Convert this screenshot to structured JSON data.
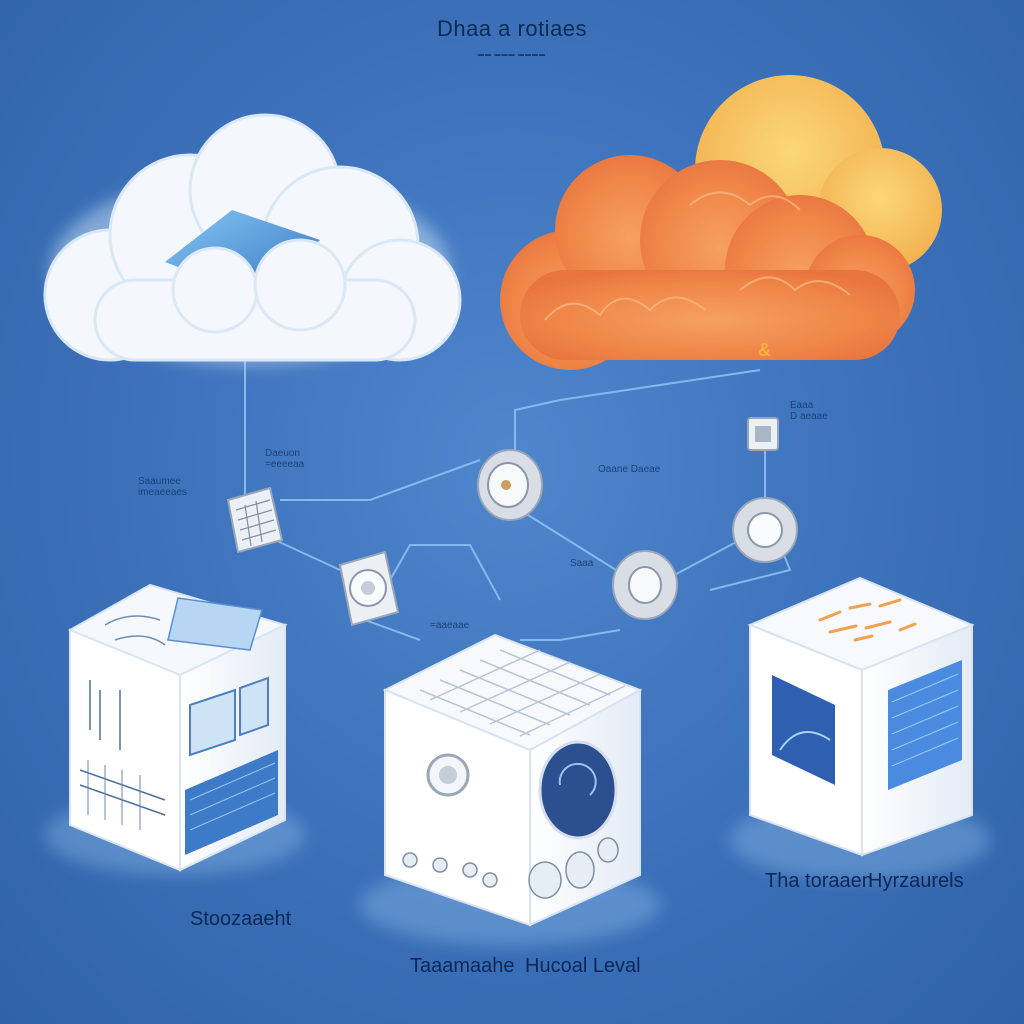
{
  "colors": {
    "background": "#3e74bd",
    "line": "#7fb6f0",
    "cloud_white": "#f4f8fd",
    "cloud_orange": "#f08a4b",
    "cloud_yellow": "#f6c45e",
    "cube": "#f2f5fa"
  },
  "diagram": {
    "title": "Dhaa a rotiaes",
    "subtitle": "▬▬ ▬▬▬ ▬▬▬▬",
    "nodes": {
      "left_cloud": {
        "icon": "cloud-icon"
      },
      "right_cloud": {
        "icon": "cloud-icon"
      },
      "left_cube": {
        "label": "Stoozaaeht",
        "icon": "server-cube-icon"
      },
      "center_cube": {
        "label_left": "Taaamaahe",
        "label_right": "Hucoal Leval",
        "icon": "server-cube-icon"
      },
      "right_cube": {
        "label_left": "Tha toraaen",
        "label_right": "Hyrzaurels",
        "icon": "server-cube-icon"
      }
    },
    "connectors": [
      {
        "icon": "grid-panel-icon"
      },
      {
        "icon": "fan-icon"
      },
      {
        "icon": "gauge-icon"
      },
      {
        "icon": "lens-icon"
      },
      {
        "icon": "tag-icon"
      },
      {
        "icon": "lens-icon"
      }
    ],
    "annotations": [
      "Daeuon\n=eeeeaa",
      "Saaumee\nimeaeeaes",
      "Oaane Daeae",
      "Eaaa\nD aeaae",
      "Saaa",
      "=aaeaae"
    ]
  }
}
